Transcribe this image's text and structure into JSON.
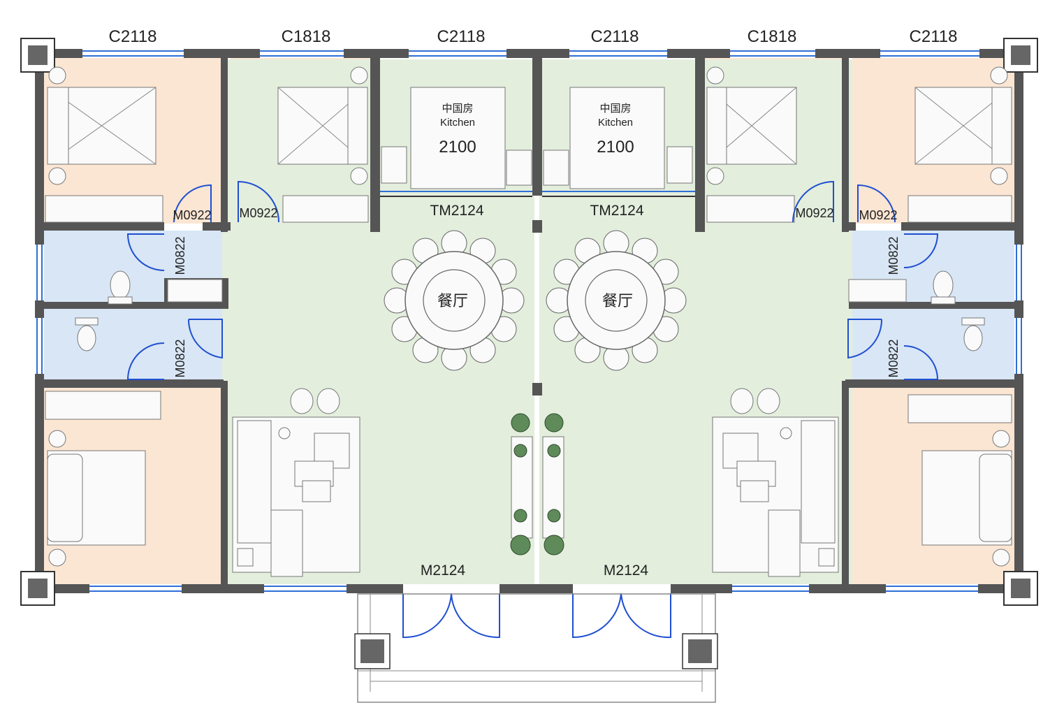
{
  "windows": {
    "w1": "C2118",
    "w2": "C1818",
    "w3": "C2118",
    "w4": "C2118",
    "w5": "C1818",
    "w6": "C2118"
  },
  "kitchens": [
    {
      "name_cn": "中国房",
      "name_en": "Kitchen",
      "size": "2100"
    },
    {
      "name_cn": "中国房",
      "name_en": "Kitchen",
      "size": "2100"
    }
  ],
  "doors": {
    "tm_left": "TM2124",
    "tm_right": "TM2124",
    "m0922_a": "M0922",
    "m0922_b": "M0922",
    "m0922_c": "M0922",
    "m0922_d": "M0922",
    "m0822_a": "M0822",
    "m0822_b": "M0822",
    "m0822_c": "M0822",
    "m0822_d": "M0822",
    "entry_left": "M2124",
    "entry_right": "M2124"
  },
  "dining": {
    "left": "餐厅",
    "right": "餐厅"
  },
  "colors": {
    "bedroom": "#fbe6d3",
    "bathroom": "#d8e6f5",
    "living": "#e3eedd",
    "wall": "#555555",
    "window": "#2f6fd6",
    "door": "#1f4fd1"
  }
}
